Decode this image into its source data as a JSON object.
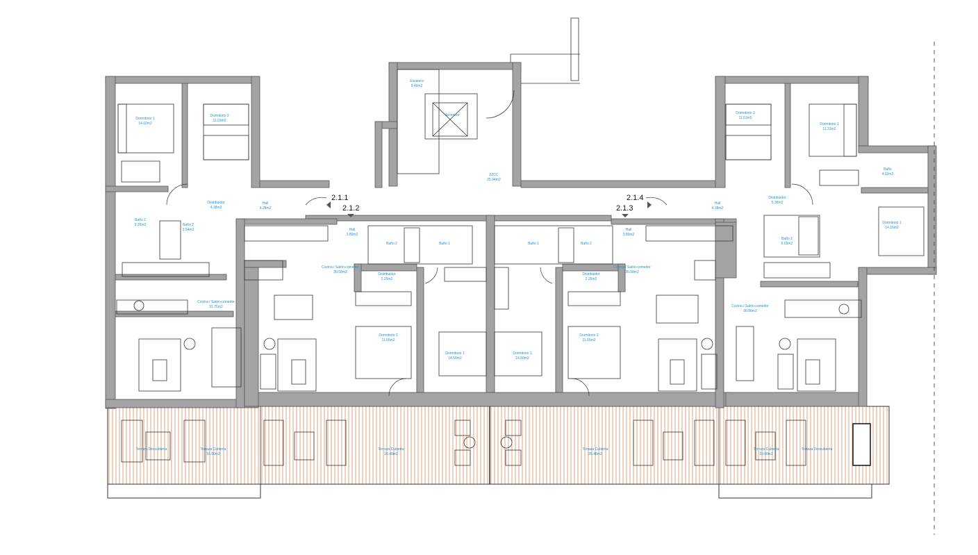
{
  "colors": {
    "wall": "#a3a3a3",
    "wall_stroke": "#555555",
    "label_blue": "#1e90d6",
    "terrace_hatch": "#e0885a",
    "line": "#333333"
  },
  "units": [
    {
      "id": "u211",
      "label": "2.1.1"
    },
    {
      "id": "u212",
      "label": "2.1.2"
    },
    {
      "id": "u213",
      "label": "2.1.3"
    },
    {
      "id": "u214",
      "label": "2.1.4"
    }
  ],
  "rooms": [
    {
      "id": "r1",
      "name": "Dormitorio 1",
      "area": "14.02m2"
    },
    {
      "id": "r2",
      "name": "Dormitorio 2",
      "area": "11.03m2"
    },
    {
      "id": "r3",
      "name": "Distribuidor",
      "area": "4.18m2"
    },
    {
      "id": "r4",
      "name": "Hall",
      "area": "4.28m2"
    },
    {
      "id": "r5",
      "name": "Baño 1",
      "area": "3.25m2"
    },
    {
      "id": "r6",
      "name": "Baño 2",
      "area": "3.54m2"
    },
    {
      "id": "r7",
      "name": "Cocina / Salón-comedor",
      "area": "31.75m2"
    },
    {
      "id": "r8",
      "name": "Escalera",
      "area": "9.49m2"
    },
    {
      "id": "r9",
      "name": "Ascensor",
      "area": ""
    },
    {
      "id": "r10",
      "name": "ZZCC",
      "area": "25.94m2"
    },
    {
      "id": "r11",
      "name": "Hall",
      "area": "3.80m2"
    },
    {
      "id": "r12",
      "name": "Cocina / Salón-comedor",
      "area": "30.58m2"
    },
    {
      "id": "r13",
      "name": "Baño 2",
      "area": ""
    },
    {
      "id": "r14",
      "name": "Baño 1",
      "area": ""
    },
    {
      "id": "r15",
      "name": "Distribuidor",
      "area": "2.25m2"
    },
    {
      "id": "r16",
      "name": "Dormitorio 2",
      "area": "11.55m2"
    },
    {
      "id": "r17",
      "name": "Dormitorio 1",
      "area": "14.50m2"
    },
    {
      "id": "r18",
      "name": "Dormitorio 1",
      "area": "14.50m2"
    },
    {
      "id": "r19",
      "name": "Baño 1",
      "area": ""
    },
    {
      "id": "r20",
      "name": "Baño 2",
      "area": ""
    },
    {
      "id": "r21",
      "name": "Distribuidor",
      "area": "2.25m2"
    },
    {
      "id": "r22",
      "name": "Dormitorio 2",
      "area": "11.55m2"
    },
    {
      "id": "r23",
      "name": "Hall",
      "area": "3.80m2"
    },
    {
      "id": "r24",
      "name": "Cocina / Salón-comedor",
      "area": "30.58m2"
    },
    {
      "id": "r25",
      "name": "Dormitorio 3",
      "area": "11.51m2"
    },
    {
      "id": "r26",
      "name": "Dormitorio 1",
      "area": "11.31m2"
    },
    {
      "id": "r27",
      "name": "Hall",
      "area": "4.28m2"
    },
    {
      "id": "r28",
      "name": "Distribuidor",
      "area": "5.36m2"
    },
    {
      "id": "r29",
      "name": "Baño",
      "area": "4.02m2"
    },
    {
      "id": "r30",
      "name": "Dormitorio 1",
      "area": "14.16m2"
    },
    {
      "id": "r31",
      "name": "Baño 2",
      "area": "5.03m2"
    },
    {
      "id": "r32",
      "name": "Cocina / Salón-comedor",
      "area": "30.86m2"
    },
    {
      "id": "r33",
      "name": "Terraza Descubierta",
      "area": ""
    },
    {
      "id": "r34",
      "name": "Terraza Cubierta",
      "area": "16.90m2"
    },
    {
      "id": "r35",
      "name": "Terraza Cubierta",
      "area": "25.48m2"
    },
    {
      "id": "r36",
      "name": "Terraza Cubierta",
      "area": "25.48m2"
    },
    {
      "id": "r37",
      "name": "Terraza Cubierta",
      "area": "10.90m2"
    },
    {
      "id": "r38",
      "name": "Terraza Descubierta",
      "area": ""
    }
  ]
}
